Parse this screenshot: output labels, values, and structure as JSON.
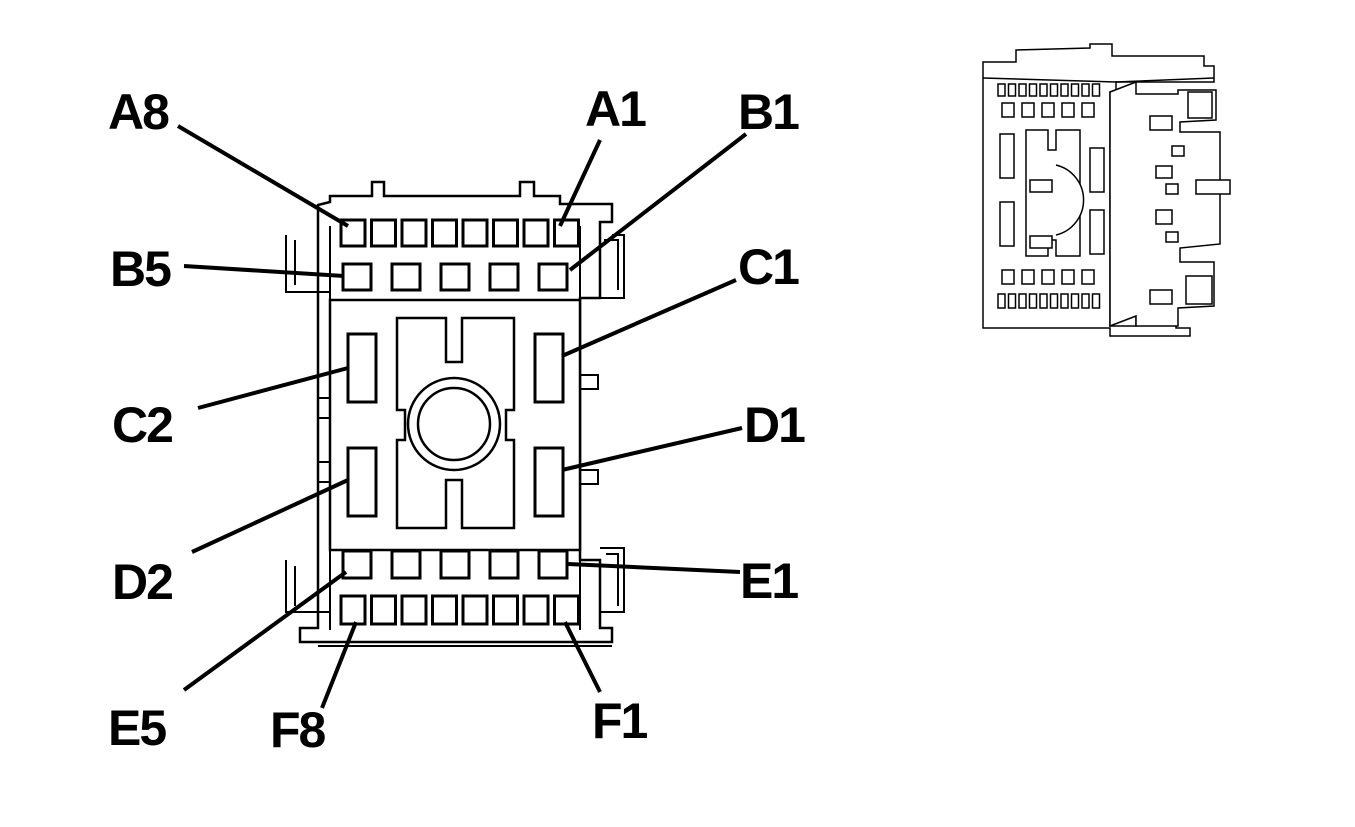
{
  "diagram": {
    "pin_labels": {
      "a8": "A8",
      "a1": "A1",
      "b1": "B1",
      "b5": "B5",
      "c1": "C1",
      "c2": "C2",
      "d1": "D1",
      "d2": "D2",
      "e1": "E1",
      "e5": "E5",
      "f8": "F8",
      "f1": "F1"
    }
  }
}
